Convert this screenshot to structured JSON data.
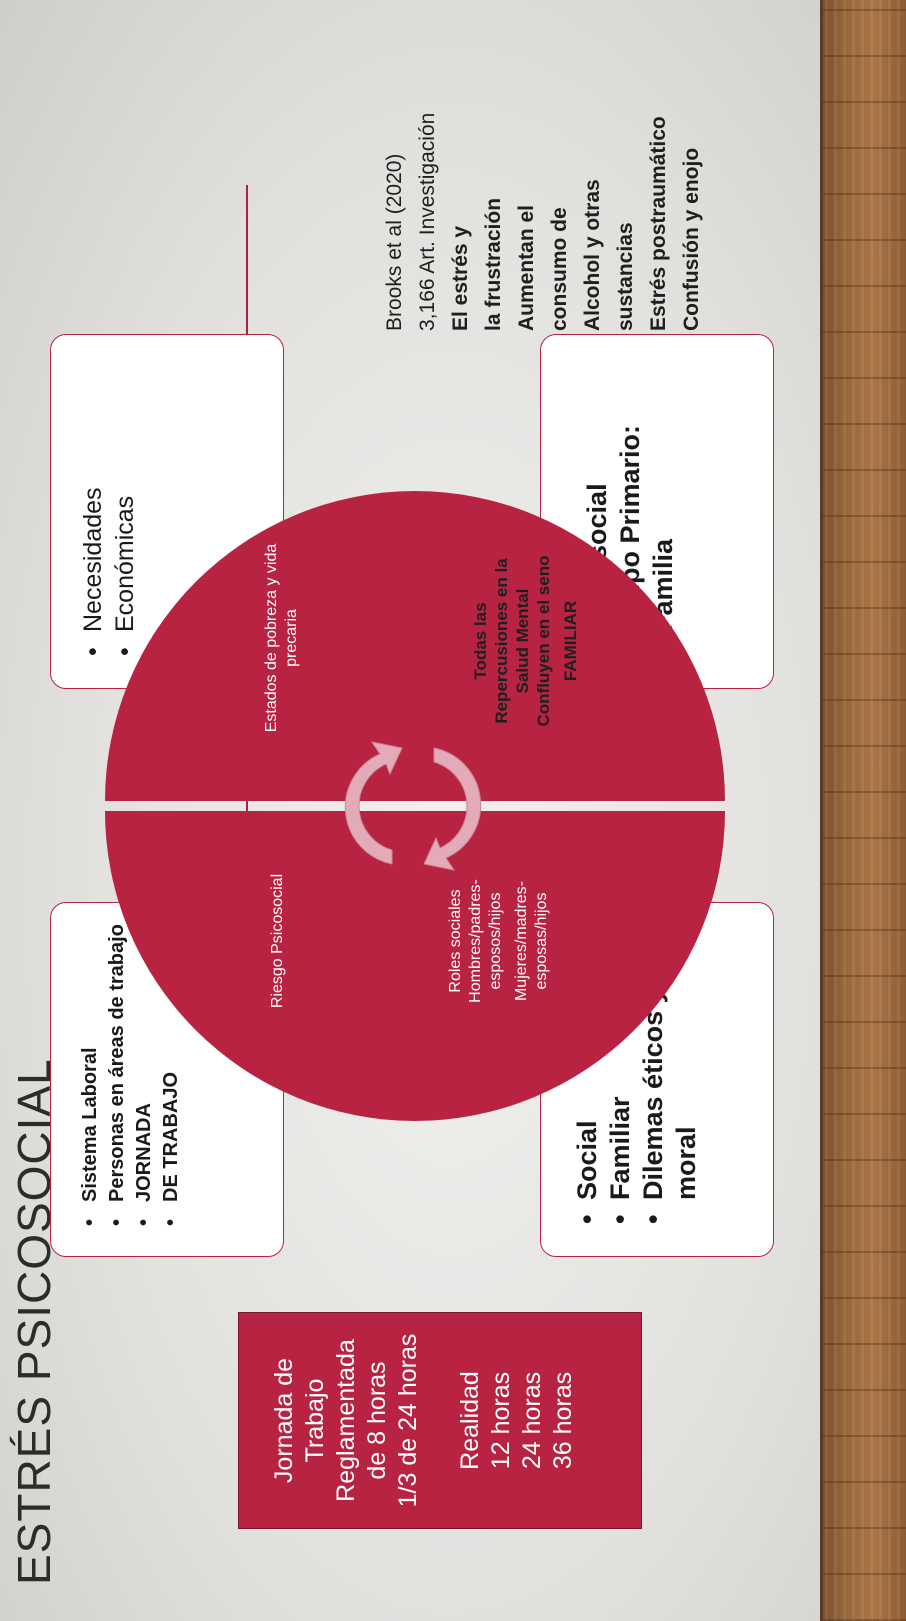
{
  "title": "ESTRÉS PSICOSOCIAL",
  "red_box": {
    "lines": [
      "Jornada de",
      "Trabajo",
      "Reglamentada",
      "de 8 horas",
      "1/3 de 24 horas"
    ],
    "reality": [
      "Realidad",
      "12 horas",
      "24 horas",
      "36 horas"
    ]
  },
  "cards": {
    "labor": [
      "Sistema Laboral",
      "Personas en áreas de trabajo",
      "JORNADA",
      "DE TRABAJO"
    ],
    "economic": [
      "Necesidades",
      "Económicas"
    ],
    "social": [
      "Social",
      "Familiar",
      "Dilemas éticos y moral"
    ],
    "psychosocial": [
      "Psicosocial",
      "Grupo Primario: Familia"
    ]
  },
  "quadrants": {
    "risk": "Riesgo Psicosocial",
    "poverty": "Estados de pobreza y vida precaria",
    "roles": [
      "Roles sociales",
      "Hombres/padres-esposos/hijos",
      "Mujeres/madres-esposas/hijos"
    ],
    "mental_health": [
      "Todas las Repercusiones en la Salud Mental",
      "Confluyen en el seno",
      "FAMILIAR"
    ]
  },
  "reference": {
    "line1": "Brooks et al (2020)",
    "line2": "3,166  Art. Investigación",
    "bold": [
      "El estrés y",
      "la frustración",
      "Aumentan el",
      "consumo de",
      "Alcohol y otras",
      "sustancias",
      "Estrés postraumático",
      "Confusión y enojo"
    ]
  },
  "colors": {
    "accent": "#b82342",
    "arrow": "#e3aab8",
    "wood": "#9a6a3e"
  }
}
